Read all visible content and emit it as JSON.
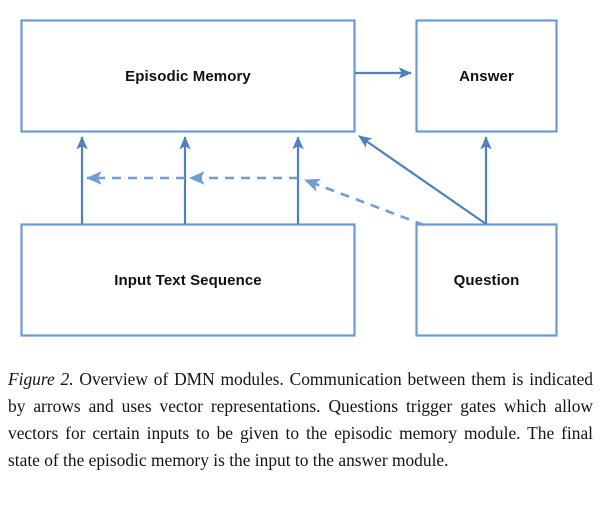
{
  "figure": {
    "type": "block-diagram",
    "colors": {
      "box_border": "#6a9bd4",
      "arrow": "#4f81bd",
      "text": "#111111",
      "background": "#ffffff"
    },
    "nodes": [
      {
        "id": "episodic-memory",
        "label": "Episodic Memory"
      },
      {
        "id": "answer",
        "label": "Answer"
      },
      {
        "id": "input-text",
        "label": "Input Text Sequence"
      },
      {
        "id": "question",
        "label": "Question"
      }
    ],
    "edges": [
      {
        "from": "input-text",
        "to": "episodic-memory",
        "style": "solid",
        "note": "gate 1"
      },
      {
        "from": "input-text",
        "to": "episodic-memory",
        "style": "solid",
        "note": "gate 2"
      },
      {
        "from": "input-text",
        "to": "episodic-memory",
        "style": "solid",
        "note": "gate 3"
      },
      {
        "from": "episodic-memory",
        "to": "answer",
        "style": "solid",
        "note": "final state to answer"
      },
      {
        "from": "question",
        "to": "answer",
        "style": "solid",
        "note": "question to answer"
      },
      {
        "from": "question",
        "to": "episodic-memory",
        "style": "solid",
        "note": "question to episodic memory"
      },
      {
        "from": "question",
        "to": "gates",
        "style": "dashed",
        "note": "question triggers gates"
      }
    ]
  },
  "caption": {
    "figure_number": "Figure 2.",
    "text": " Overview of DMN modules.  Communication between them is indicated by arrows and uses vector representations. Questions trigger gates which allow vectors for certain inputs to be given to the episodic memory module.  The final state of the episodic memory is the input to the answer module."
  }
}
